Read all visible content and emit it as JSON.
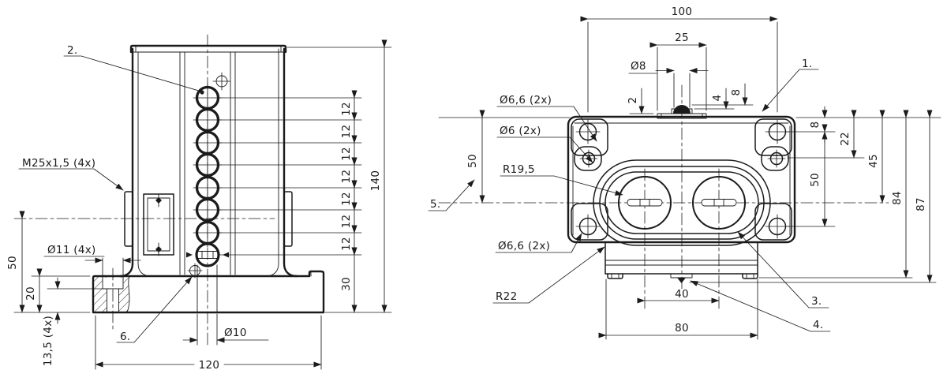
{
  "drawing": {
    "front_view": {
      "callouts": {
        "item2": "2.",
        "m25": "M25x1,5 (4x)",
        "d11": "Ø11 (4x)",
        "item6": "6.",
        "d10": "Ø10"
      },
      "dims": {
        "pitch12": "12",
        "h30": "30",
        "h140": "140",
        "h50": "50",
        "h20": "20",
        "h13_5": "13,5 (4x)",
        "w120": "120"
      }
    },
    "top_view": {
      "callouts": {
        "item1": "1.",
        "item3": "3.",
        "item4": "4.",
        "item5": "5.",
        "d66_top": "Ø6,6 (2x)",
        "d6": "Ø6 (2x)",
        "r19_5": "R19,5",
        "d66_bottom": "Ø6,6 (2x)",
        "r22": "R22",
        "d8": "Ø8"
      },
      "dims": {
        "w100": "100",
        "w25": "25",
        "t2": "2",
        "h4": "4",
        "h8": "8",
        "e8": "8",
        "e22": "22",
        "e45": "45",
        "e50": "50",
        "e84": "84",
        "e87": "87",
        "left50": "50",
        "w40": "40",
        "w80": "80"
      }
    }
  }
}
